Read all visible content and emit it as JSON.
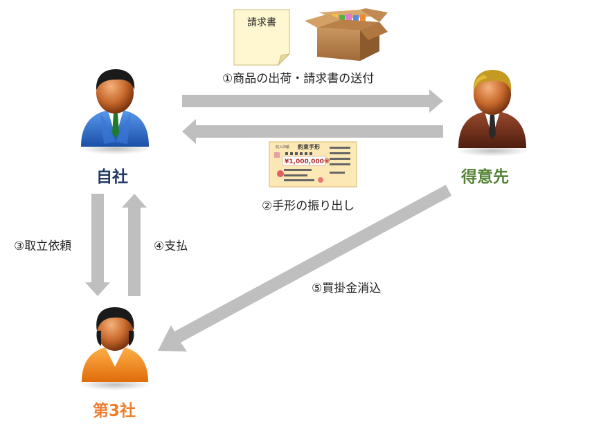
{
  "parties": {
    "self": {
      "name": "自社",
      "color": "#1f3864"
    },
    "client": {
      "name": "得意先",
      "color": "#548235"
    },
    "third": {
      "name": "第3社",
      "color": "#ed7d31"
    }
  },
  "steps": {
    "s1": "①商品の出荷・請求書の送付",
    "s2": "②手形の振り出し",
    "s3": "③取立依頼",
    "s4": "④支払",
    "s5": "⑤買掛金消込"
  },
  "invoice": {
    "label": "請求書"
  },
  "promissory_note": {
    "stamp": "収入印紙",
    "title": "約束手形",
    "amount": "¥1,000,000※"
  },
  "colors": {
    "arrow": "#bfbfbf",
    "self_suit": "#2f6fc9",
    "client_suit": "#6b2e1c",
    "third_suit": "#f08a1c",
    "box": "#c8935a"
  }
}
